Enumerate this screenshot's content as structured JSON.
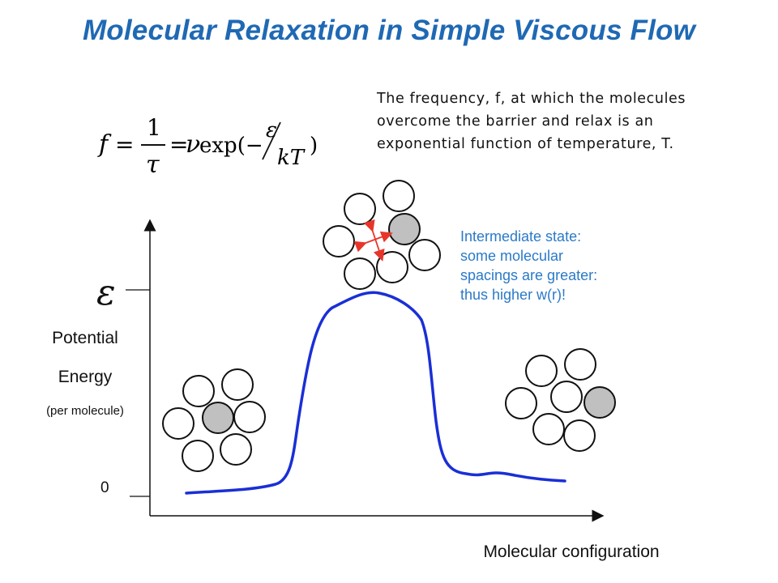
{
  "title": "Molecular Relaxation in Simple Viscous Flow",
  "description": {
    "lines": [
      "The frequency, f, at which the molecules",
      "overcome the barrier and relax is an",
      "exponential function of temperature, T."
    ]
  },
  "formula": {
    "lhs": "f",
    "eq1": "=",
    "frac_num": "1",
    "frac_den": "τ",
    "eq2": "=",
    "nu": "ν",
    "exp": "exp(−",
    "eps": "ε",
    "kT": "kT",
    "close": ")"
  },
  "intermediate_note": {
    "lines": [
      "Intermediate state:",
      "some molecular",
      "spacings are greater:",
      "thus higher w(r)!"
    ]
  },
  "axes": {
    "y_symbol": "ε",
    "y_label_line1": "Potential",
    "y_label_line2": "Energy",
    "y_label_line3": "(per molecule)",
    "zero_label": "0",
    "x_label": "Molecular configuration"
  },
  "colors": {
    "title": "#1f69b4",
    "curve": "#1a2fd6",
    "note": "#2a7ac8",
    "arrow": "#e8352a",
    "highlight_molecule": "#c0c0c0"
  }
}
